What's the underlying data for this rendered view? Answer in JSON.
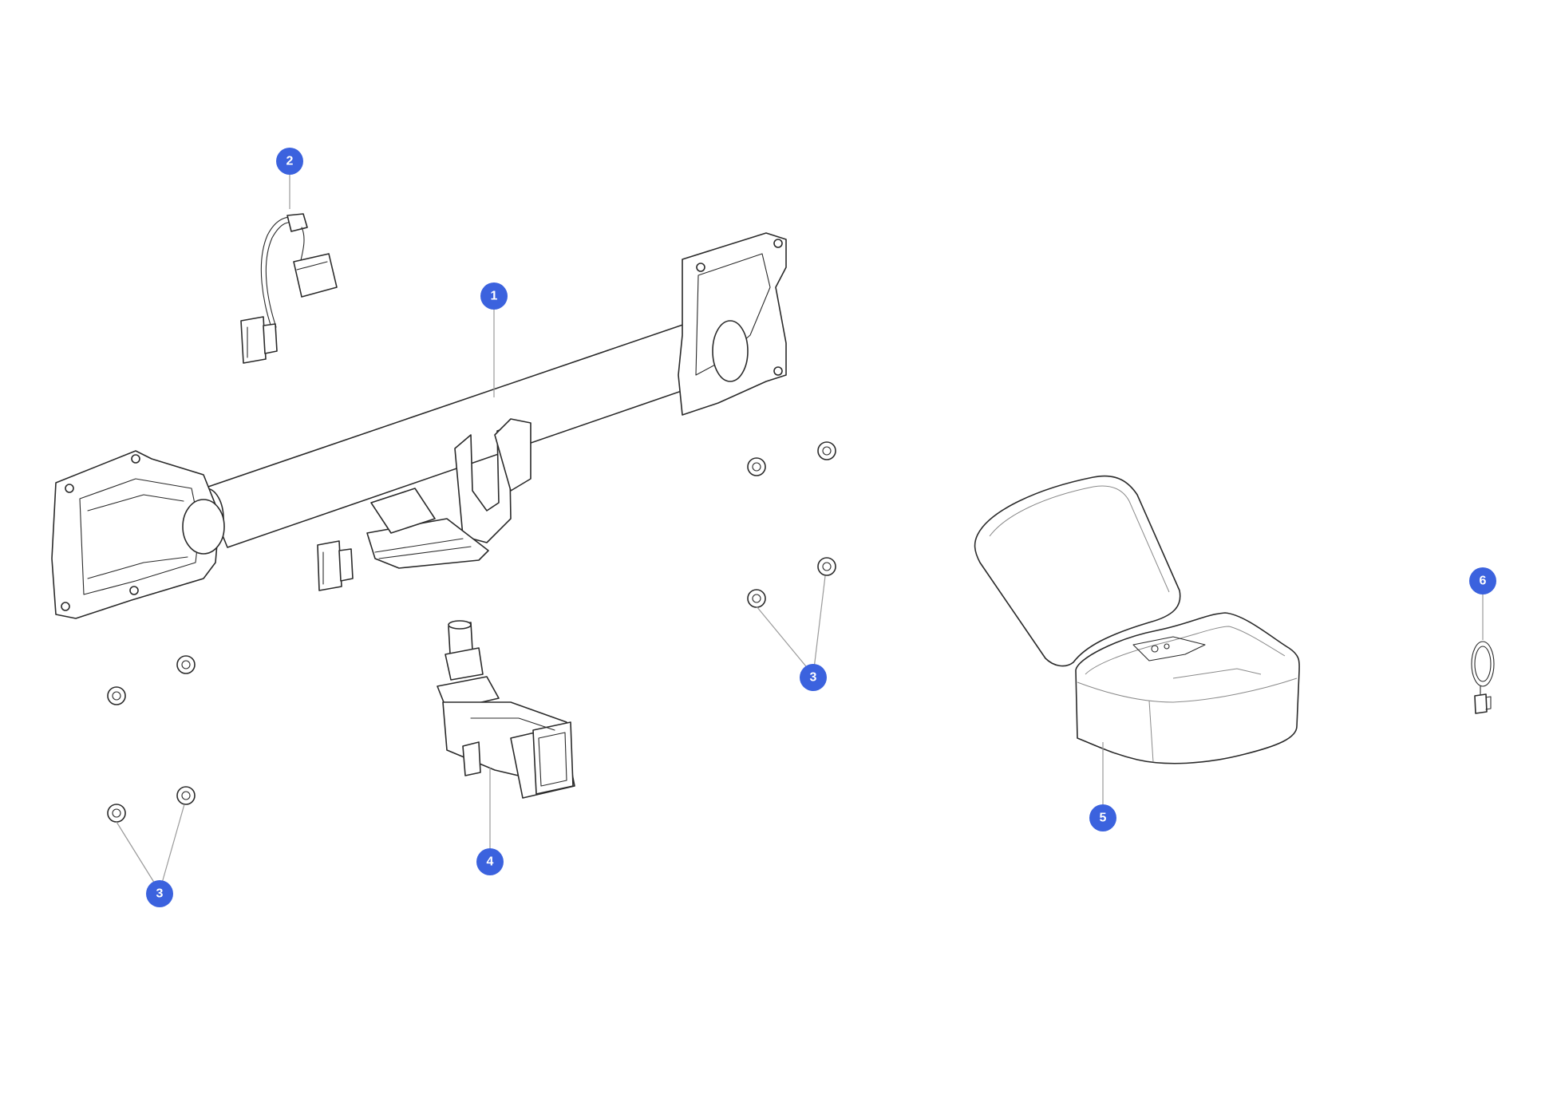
{
  "colors": {
    "callout": "#3b62de",
    "line": "#2a2a2a",
    "leader": "#9a9a9a",
    "background": "#ffffff"
  },
  "callouts": [
    {
      "id": "c1",
      "label": "1",
      "part": "tow-bar-crossbeam"
    },
    {
      "id": "c2",
      "label": "2",
      "part": "wiring-harness"
    },
    {
      "id": "c3a",
      "label": "3",
      "part": "flange-nut"
    },
    {
      "id": "c3b",
      "label": "3",
      "part": "flange-nut"
    },
    {
      "id": "c4",
      "label": "4",
      "part": "receiver-hitch-adapter"
    },
    {
      "id": "c5",
      "label": "5",
      "part": "storage-case"
    },
    {
      "id": "c6",
      "label": "6",
      "part": "cable-coil"
    }
  ]
}
